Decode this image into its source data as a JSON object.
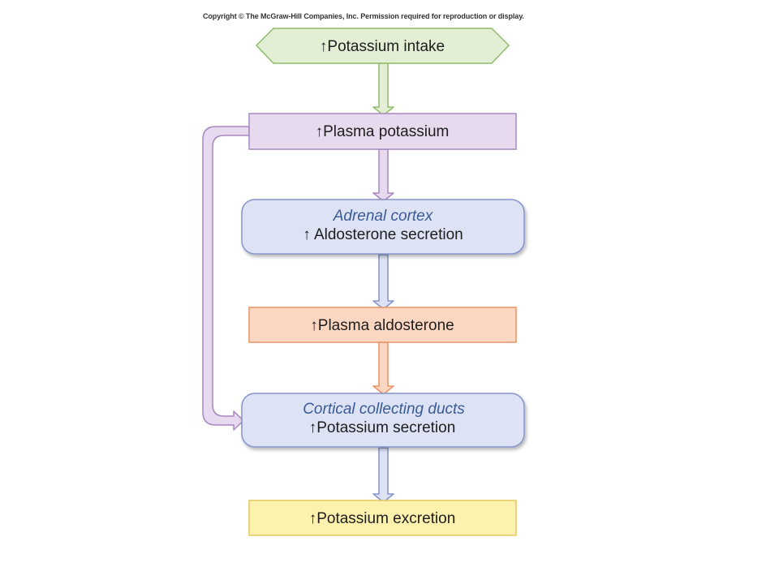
{
  "copyright": "Copyright © The McGraw-Hill Companies, Inc. Permission required for reproduction or display.",
  "colors": {
    "green_fill": "#e2efd4",
    "green_stroke": "#8fbc6a",
    "purple_fill": "#e7d9ee",
    "purple_stroke": "#a788bf",
    "blue_fill": "#dde3f5",
    "blue_stroke": "#8593c9",
    "orange_fill": "#fbd6c0",
    "orange_stroke": "#eb9266",
    "yellow_fill": "#fdf1ae",
    "yellow_stroke": "#e3c85c",
    "italic_text": "#3a5a96"
  },
  "nodes": {
    "potassium_intake": "↑Potassium intake",
    "plasma_potassium": "↑Plasma potassium",
    "adrenal_cortex": {
      "title": "Adrenal cortex",
      "text": "↑ Aldosterone secretion"
    },
    "plasma_aldosterone": "↑Plasma aldosterone",
    "cortical_collecting_ducts": {
      "title": "Cortical collecting ducts",
      "text": "↑Potassium secretion"
    },
    "potassium_excretion": "↑Potassium excretion"
  }
}
